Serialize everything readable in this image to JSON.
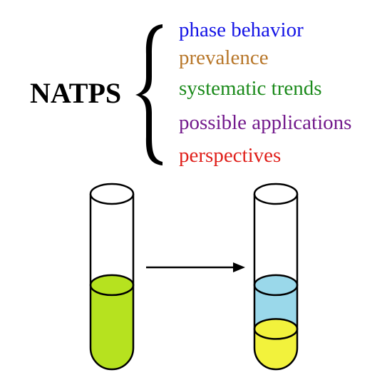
{
  "acronym": "NATPS",
  "topics": [
    {
      "label": "phase behavior",
      "color": "#1414e6"
    },
    {
      "label": "prevalence",
      "color": "#b8772a"
    },
    {
      "label": "systematic trends",
      "color": "#1b8a1b"
    },
    {
      "label": "possible applications",
      "color": "#731a8c"
    },
    {
      "label": "perspectives",
      "color": "#e0201b"
    }
  ],
  "tubes": {
    "before": {
      "phases": [
        {
          "name": "single-phase",
          "color": "#b6e21f",
          "fraction": 0.48
        }
      ]
    },
    "after": {
      "phases": [
        {
          "name": "upper-phase",
          "color": "#9ad8ea",
          "fraction": 0.25
        },
        {
          "name": "lower-phase",
          "color": "#f2f23c",
          "fraction": 0.23
        }
      ]
    }
  },
  "colors": {
    "outline": "#000000",
    "acronym": "#000000"
  }
}
